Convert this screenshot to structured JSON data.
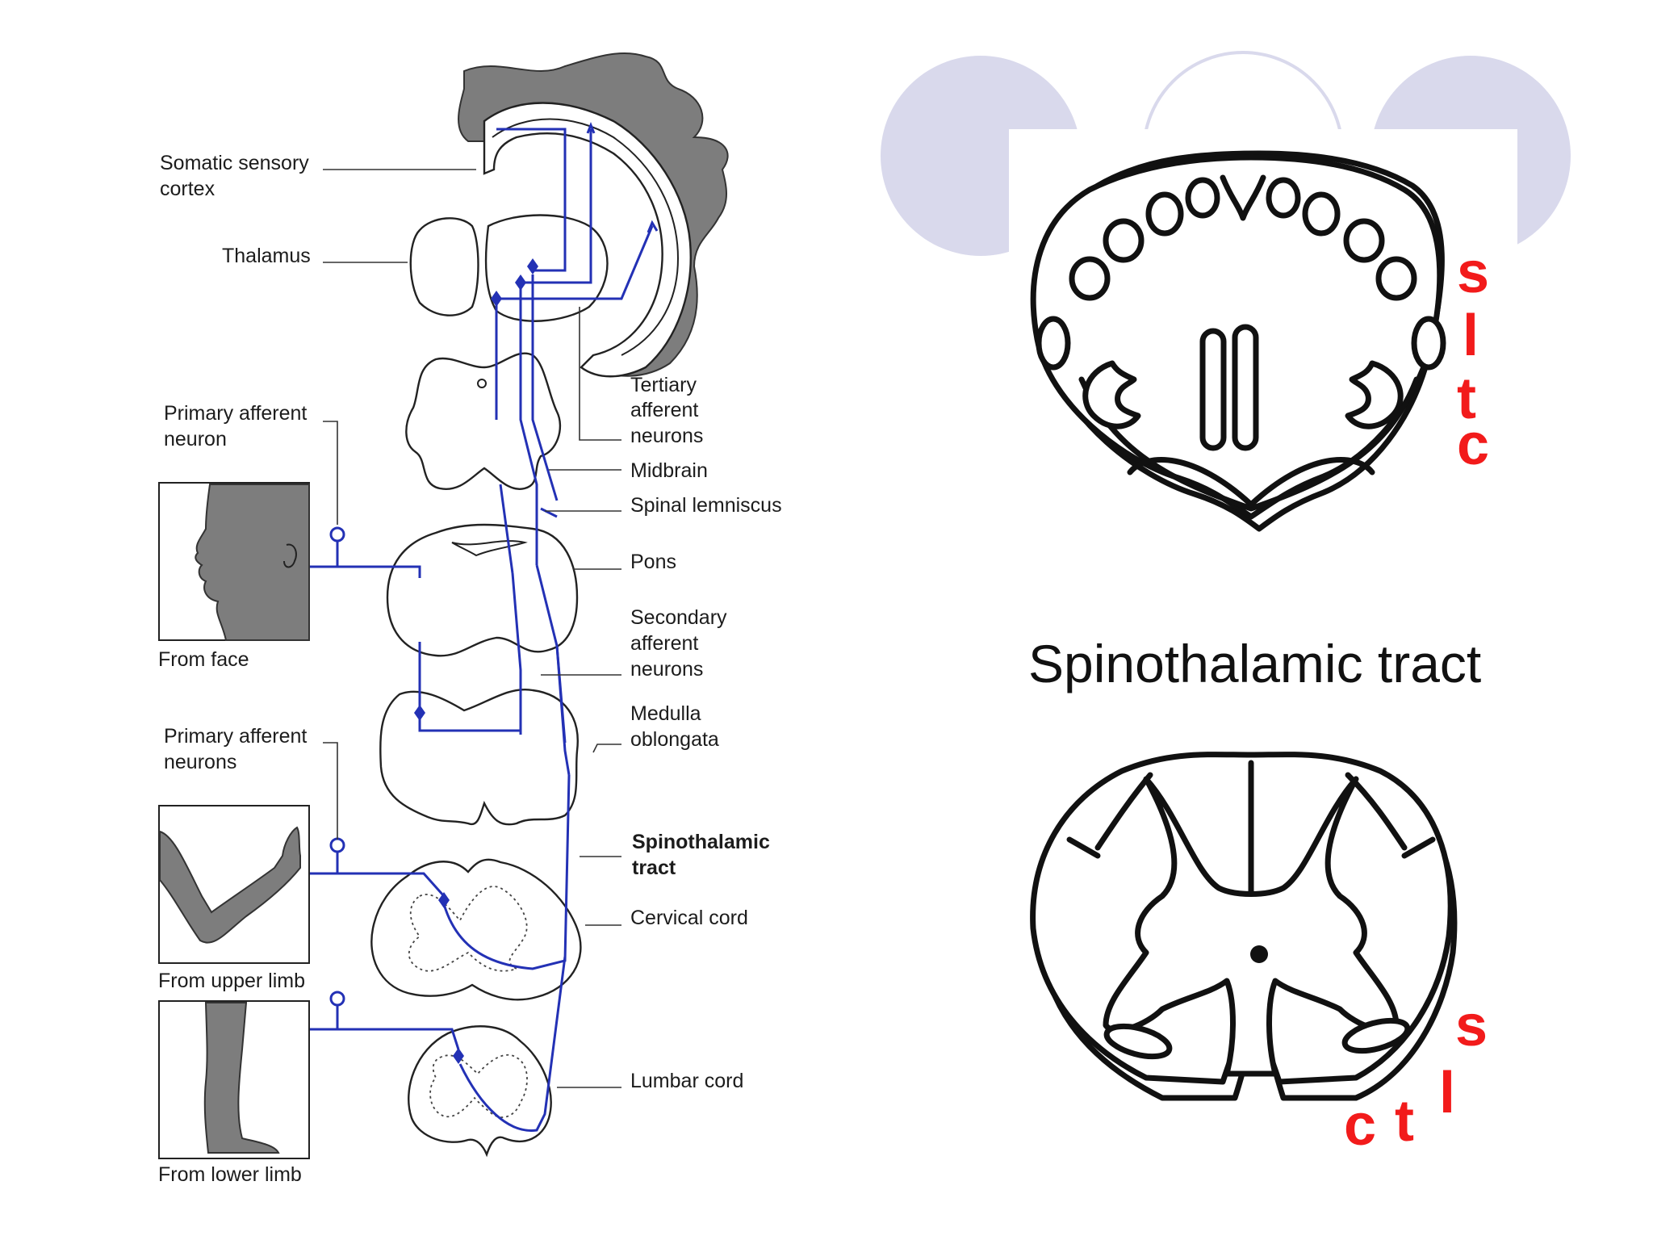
{
  "left_diagram": {
    "labels": {
      "somatic_sensory_cortex": [
        "Somatic sensory",
        "cortex"
      ],
      "thalamus": "Thalamus",
      "primary_afferent_neuron": [
        "Primary afferent",
        "neuron"
      ],
      "primary_afferent_neurons": [
        "Primary afferent",
        "neurons"
      ],
      "tertiary_afferent_neurons": [
        "Tertiary",
        "afferent",
        "neurons"
      ],
      "midbrain": "Midbrain",
      "spinal_lemniscus": "Spinal lemniscus",
      "pons": "Pons",
      "secondary_afferent_neurons": [
        "Secondary",
        "afferent",
        "neurons"
      ],
      "medulla_oblongata": [
        "Medulla",
        "oblongata"
      ],
      "spinothalamic_tract": [
        "Spinothalamic",
        "tract"
      ],
      "cervical_cord": "Cervical cord",
      "lumbar_cord": "Lumbar cord",
      "from_face": "From face",
      "from_upper_limb": "From upper limb",
      "from_lower_limb": "From lower limb"
    }
  },
  "right_panel": {
    "caption": "Spinothalamic tract",
    "upper_section_letters": [
      "s",
      "l",
      "t",
      "c"
    ],
    "lower_section_letters": [
      "s",
      "l",
      "t",
      "c"
    ]
  },
  "colors": {
    "neuron_pathway": "#2331b5",
    "letter_markers": "#f21b1b",
    "decorative_circles": "#d9d9ec"
  }
}
